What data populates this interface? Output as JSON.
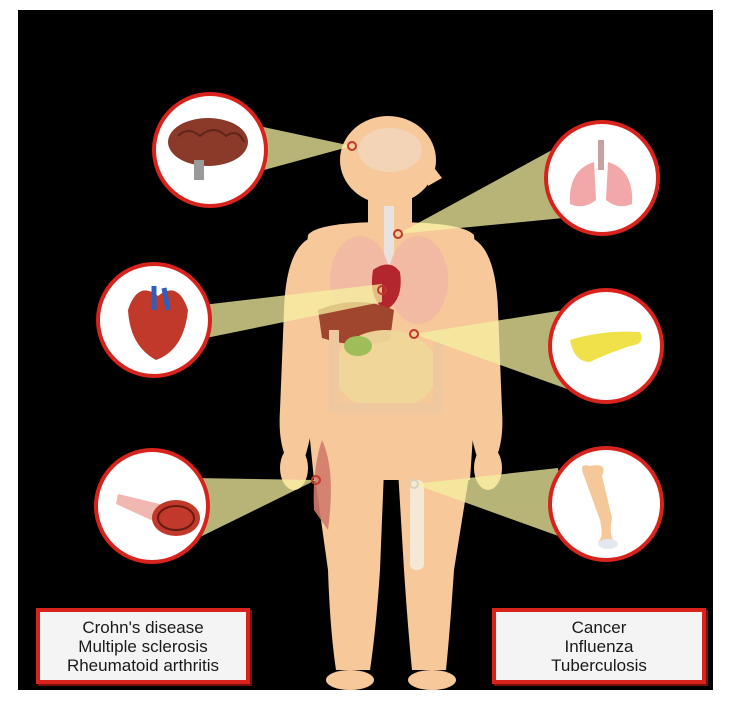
{
  "colors": {
    "background": "#000000",
    "body": "#f6c89a",
    "beam": "#f5f0a0",
    "circle_border": "#d8231d",
    "box_border": "#d8231d"
  },
  "organs": [
    {
      "name": "brain-icon"
    },
    {
      "name": "lungs-icon"
    },
    {
      "name": "heart-icon"
    },
    {
      "name": "pancreas-icon"
    },
    {
      "name": "muscle-icon"
    },
    {
      "name": "bone-icon"
    }
  ],
  "left_box": {
    "lines": [
      "Crohn's disease",
      "Multiple sclerosis",
      "Rheumatoid arthritis"
    ]
  },
  "right_box": {
    "lines": [
      "Cancer",
      "Influenza",
      "Tuberculosis"
    ]
  }
}
